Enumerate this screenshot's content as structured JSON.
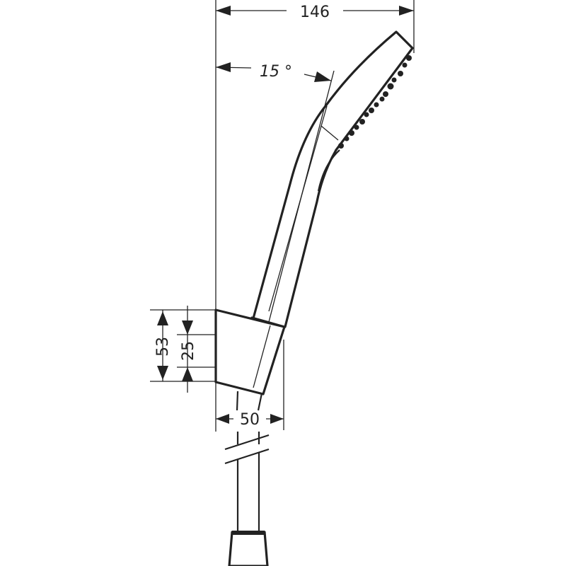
{
  "diagram": {
    "type": "technical-drawing",
    "subject": "hand shower with wall holder and hose",
    "dimensions": {
      "overall_width": "146",
      "head_angle": "15 °",
      "holder_height": "53",
      "holder_inner_height": "25",
      "holder_depth": "50"
    },
    "colors": {
      "line": "#222222",
      "background": "#ffffff"
    }
  }
}
